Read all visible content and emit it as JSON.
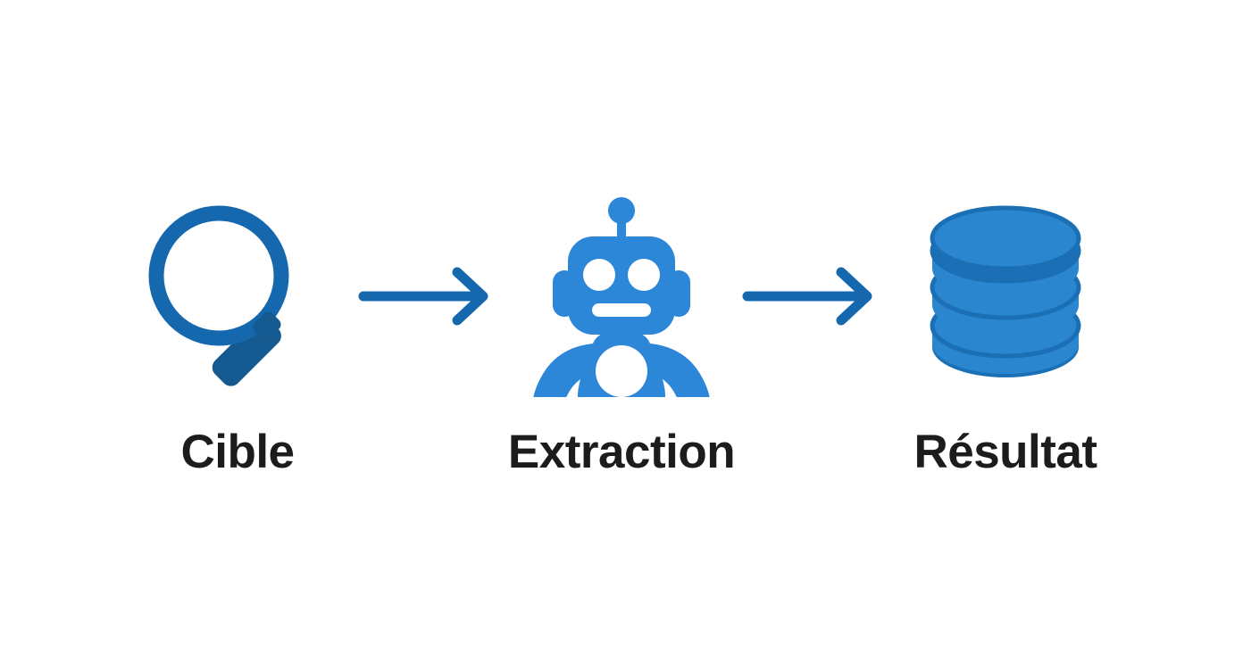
{
  "diagram": {
    "type": "process-flow",
    "orientation": "horizontal",
    "background_color": "#ffffff",
    "steps": [
      {
        "id": "cible",
        "label": "Cible",
        "icon": "magnifying-glass-icon",
        "icon_color": "#1668ae",
        "icon_accent_color": "#14598f"
      },
      {
        "id": "extraction",
        "label": "Extraction",
        "icon": "robot-icon",
        "icon_color": "#2c87d8",
        "icon_accent_color": "#ffffff"
      },
      {
        "id": "resultat",
        "label": "Résultat",
        "icon": "database-icon",
        "icon_color": "#2b86d0",
        "icon_accent_color": "#1b6fb5"
      }
    ],
    "connectors": [
      {
        "id": "arrow-1",
        "from": "cible",
        "to": "extraction",
        "icon": "arrow-right-icon",
        "color": "#1668ae"
      },
      {
        "id": "arrow-2",
        "from": "extraction",
        "to": "resultat",
        "icon": "arrow-right-icon",
        "color": "#1668ae"
      }
    ],
    "label_color": "#1c1c1c"
  }
}
